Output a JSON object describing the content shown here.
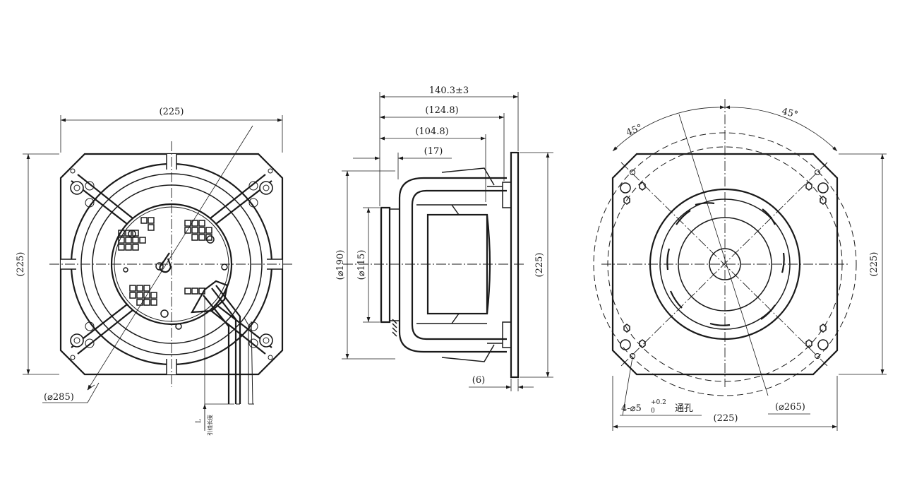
{
  "front_view": {
    "width_label": "(225)",
    "height_label": "(225)",
    "diameter_label": "(⌀285)",
    "lead_label": "L",
    "lead_note": "引线长度"
  },
  "side_view": {
    "overall_depth_label": "140.3±3",
    "depth_2_label": "(124.8)",
    "depth_3_label": "(104.8)",
    "depth_4_label": "(17)",
    "diameter_190_label": "(⌀190)",
    "diameter_115_label": "(⌀115)",
    "height_label": "(225)",
    "flange_label": "(6)"
  },
  "rear_view": {
    "angle_left_label": "45°",
    "angle_right_label": "45°",
    "height_label": "(225)",
    "width_label": "(225)",
    "diameter_label": "(⌀265)",
    "hole_label_main": "4-⌀5",
    "hole_tol_upper": "+0.2",
    "hole_tol_lower": "0",
    "hole_note": "通孔"
  }
}
